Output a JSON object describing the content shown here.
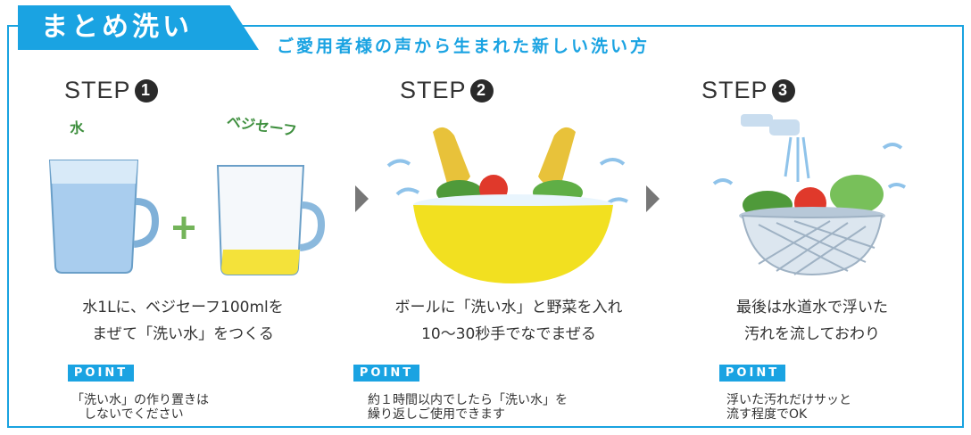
{
  "header": {
    "tab_title": "まとめ洗い",
    "subtitle": "ご愛用者様の声から生まれた新しい洗い方"
  },
  "steps": [
    {
      "label": "STEP",
      "number": "1",
      "water_label": "水",
      "vegisafe_label": "ベジセーフ",
      "plus": "+",
      "description": [
        "水1Lに、ベジセーフ100mlを",
        "まぜて「洗い水」をつくる"
      ],
      "point_label": "POINT",
      "point_text": "「洗い水」の作り置きは\n　しないでください"
    },
    {
      "label": "STEP",
      "number": "2",
      "description": [
        "ボールに「洗い水」と野菜を入れ",
        "10〜30秒手でなでまぜる"
      ],
      "point_label": "POINT",
      "point_text": "約１時間以内でしたら「洗い水」を\n繰り返しご使用できます"
    },
    {
      "label": "STEP",
      "number": "3",
      "description": [
        "最後は水道水で浮いた",
        "汚れを流しておわり"
      ],
      "point_label": "POINT",
      "point_text": "浮いた汚れだけサッと\n流す程度でOK"
    }
  ],
  "colors": {
    "accent": "#1aa3e2",
    "water": "#8fc3ea",
    "yellow_bowl": "#f2e020",
    "tomato": "#e0392b",
    "lettuce": "#4f9a3a",
    "glove": "#e8c23a"
  },
  "icons": {
    "arrow": "triangle-right-icon"
  }
}
